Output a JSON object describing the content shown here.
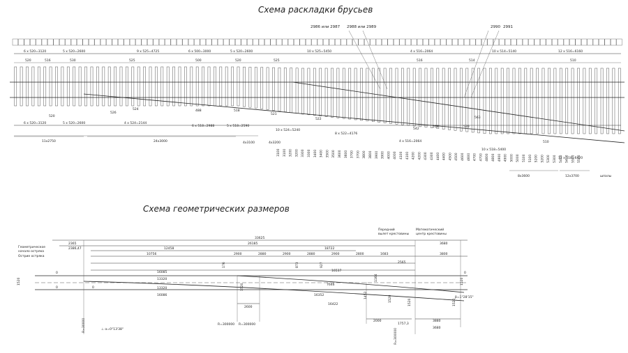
{
  "titles": {
    "layout": "Схема раскладки брусьев",
    "geometry": "Схема геометрических размеров"
  },
  "top_callouts": [
    "2986 или 2987",
    "2988 или 2989",
    "2990",
    "2991"
  ],
  "top_row_labels": [
    "6 x 520=3120",
    "5 x 520=2600",
    "9 x 525=4725",
    "6 x 500=3000",
    "5 x 520=2600",
    "10 x 525=5450",
    "4 x 516=2064",
    "10 x 514=5140",
    "12 x 516=6160"
  ],
  "top_single_dims": [
    "520",
    "516",
    "530",
    "525",
    "500",
    "520",
    "525",
    "516",
    "514",
    "510"
  ],
  "bottom_row_labels": [
    "6 x 520=3120",
    "5 x 520=2600",
    "4 x 524=2144",
    "6 x 518=2988",
    "5 x 518=2590",
    "10 x 524=5240",
    "8 x 522=4176",
    "4 x 516=2064",
    "10 x 518=5400",
    "12 x 518=6420"
  ],
  "bottom_single_dims": [
    "520",
    "526",
    "524",
    "488",
    "518",
    "521",
    "522",
    "542",
    "518",
    "520",
    "510",
    "563"
  ],
  "group_labels": [
    "11x2750",
    "24x3000",
    "4x3100",
    "4x3200",
    "8x3600",
    "12x3700",
    "шпалы"
  ],
  "sleeper_lengths": [
    "3100",
    "3100",
    "3200",
    "3200",
    "3300",
    "3300",
    "3400",
    "3400",
    "3500",
    "3500",
    "3600",
    "3600",
    "3700",
    "3700",
    "3800",
    "3800",
    "3900",
    "3900",
    "4000",
    "4000",
    "4100",
    "4100",
    "4200",
    "4200",
    "4300",
    "4300",
    "4400",
    "4400",
    "4500",
    "4500",
    "4600",
    "4600",
    "4700",
    "4700",
    "4800",
    "4800",
    "4900",
    "4900",
    "5000",
    "5000",
    "5100",
    "5100",
    "5200",
    "5200",
    "5300",
    "5300",
    "5400",
    "5400",
    "5500",
    "5500"
  ],
  "geometry": {
    "left_labels": [
      "Геометрическое",
      "начало остряка",
      "Острие остряка"
    ],
    "right_labels": [
      "Передний",
      "вылет крестовины",
      "Математический",
      "центр крестовины"
    ],
    "dims_top": [
      "33625",
      "26185",
      "18722",
      "12458",
      "2365",
      "2386,47",
      "3680",
      "3800",
      "10756",
      "2900",
      "2880",
      "2900",
      "2880",
      "2900",
      "2800",
      "1683",
      "2565"
    ],
    "dims_mid": [
      "16085",
      "13320",
      "16537",
      "13320",
      "16086",
      "16352",
      "16422",
      "7646"
    ],
    "dims_vert": [
      "1520",
      "1520",
      "1520",
      "1520",
      "176",
      "873",
      "927",
      "1164",
      "1452",
      "1520",
      "1520"
    ],
    "dims_low": [
      "2600",
      "2000",
      "1757,3",
      "3880",
      "3680"
    ],
    "radii": [
      "R=300000",
      "R=300000",
      "R=300000",
      "R=30000"
    ],
    "angles": [
      "⊥ α=0°13'38\"",
      "β=1°28'15\""
    ],
    "edge_marks": [
      "0",
      "0",
      "0",
      "0",
      "0",
      "0",
      "0",
      "0"
    ]
  }
}
